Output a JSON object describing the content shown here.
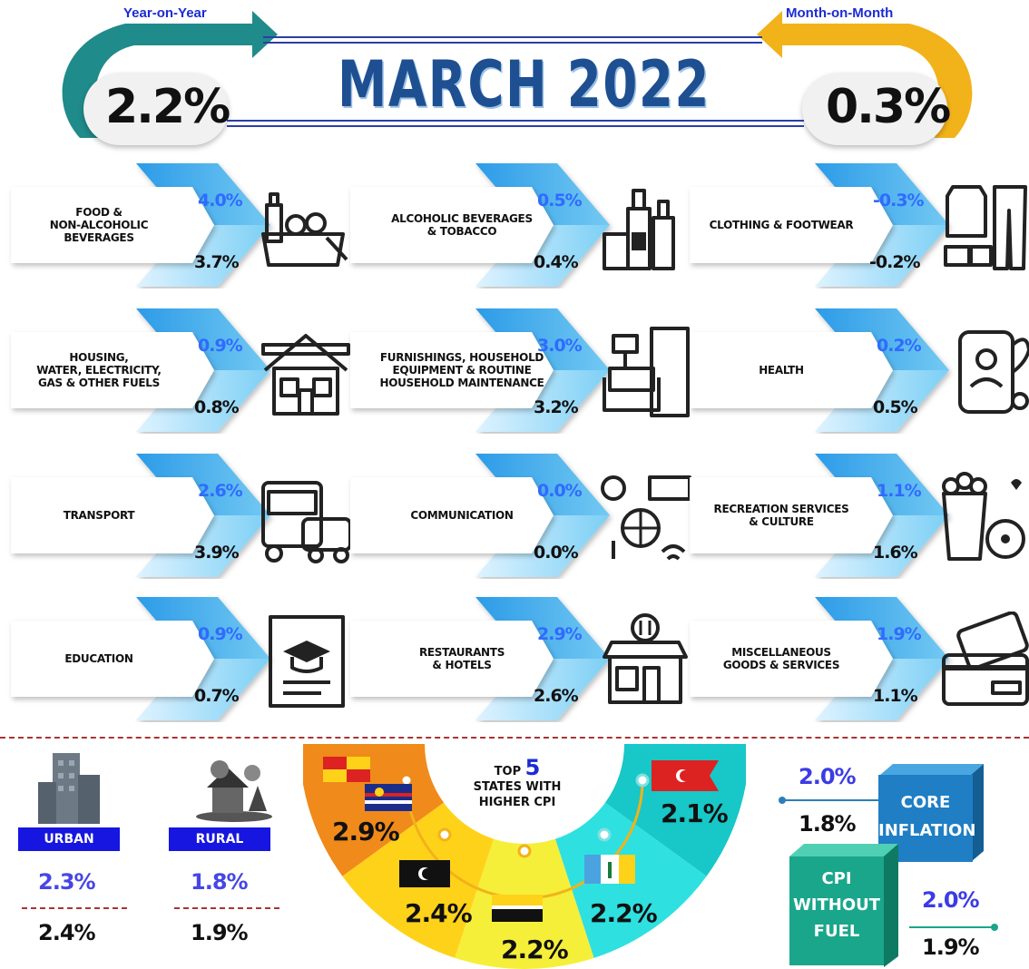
{
  "header": {
    "title": "MARCH 2022",
    "yoy_label": "Year-on-Year",
    "yoy_value": "2.2%",
    "mom_label": "Month-on-Month",
    "mom_value": "0.3%"
  },
  "categories": [
    {
      "label": "FOOD &\nNON-ALCOHOLIC\nBEVERAGES",
      "yoy": "4.0%",
      "mom": "3.7%",
      "icon": "groceries-icon"
    },
    {
      "label": "ALCOHOLIC BEVERAGES\n& TOBACCO",
      "yoy": "0.5%",
      "mom": "0.4%",
      "icon": "bottles-icon"
    },
    {
      "label": "CLOTHING & FOOTWEAR",
      "yoy": "-0.3%",
      "mom": "-0.2%",
      "icon": "clothes-icon"
    },
    {
      "label": "HOUSING,\nWATER, ELECTRICITY,\nGAS & OTHER FUELS",
      "yoy": "0.9%",
      "mom": "0.8%",
      "icon": "house-icon"
    },
    {
      "label": "FURNISHINGS, HOUSEHOLD\nEQUIPMENT & ROUTINE\nHOUSEHOLD MAINTENANCE",
      "yoy": "3.0%",
      "mom": "3.2%",
      "icon": "sofa-icon"
    },
    {
      "label": "HEALTH",
      "yoy": "0.2%",
      "mom": "0.5%",
      "icon": "health-icon"
    },
    {
      "label": "TRANSPORT",
      "yoy": "2.6%",
      "mom": "3.9%",
      "icon": "vehicles-icon"
    },
    {
      "label": "COMMUNICATION",
      "yoy": "0.0%",
      "mom": "0.0%",
      "icon": "communication-icon"
    },
    {
      "label": "RECREATION SERVICES\n& CULTURE",
      "yoy": "1.1%",
      "mom": "1.6%",
      "icon": "popcorn-film-icon"
    },
    {
      "label": "EDUCATION",
      "yoy": "0.9%",
      "mom": "0.7%",
      "icon": "graduation-book-icon"
    },
    {
      "label": "RESTAURANTS\n& HOTELS",
      "yoy": "2.9%",
      "mom": "2.6%",
      "icon": "restaurant-icon"
    },
    {
      "label": "MISCELLANEOUS\nGOODS & SERVICES",
      "yoy": "1.9%",
      "mom": "1.1%",
      "icon": "cards-icon"
    }
  ],
  "urban": {
    "label": "URBAN",
    "yoy": "2.3%",
    "mom": "2.4%"
  },
  "rural": {
    "label": "RURAL",
    "yoy": "1.8%",
    "mom": "1.9%"
  },
  "top_states": {
    "line1": "TOP",
    "number": "5",
    "line2": "STATES WITH",
    "line3": "HIGHER CPI",
    "values": [
      "2.9%",
      "2.4%",
      "2.2%",
      "2.2%",
      "2.1%"
    ],
    "colors": [
      "#f08a1a",
      "#ffd21a",
      "#f5ef3a",
      "#2fe0e0",
      "#18c7c7"
    ]
  },
  "core_inflation": {
    "label_line1": "CORE",
    "label_line2": "INFLATION",
    "yoy": "2.0%",
    "mom": "1.8%"
  },
  "cpi_without_fuel": {
    "label_line1": "CPI",
    "label_line2": "WITHOUT",
    "label_line3": "FUEL",
    "yoy": "2.0%",
    "mom": "1.9%"
  }
}
